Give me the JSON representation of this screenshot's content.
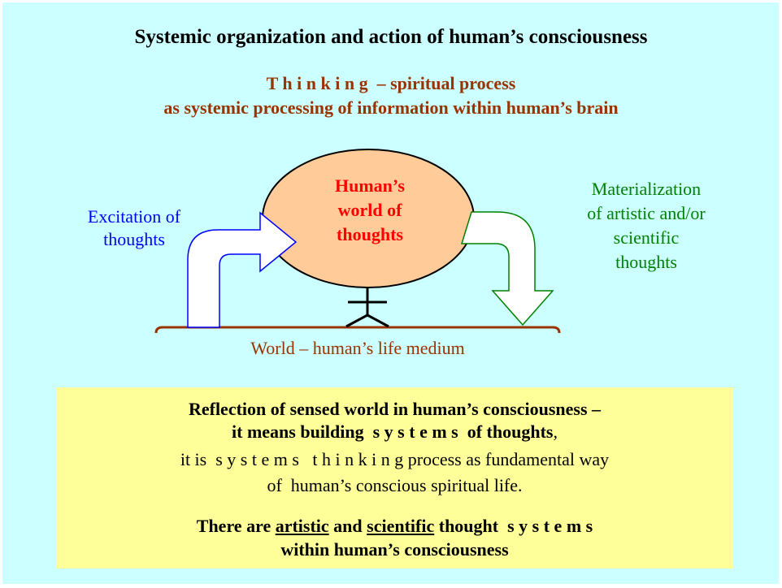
{
  "title": "Systemic organization and action of human’s consciousness",
  "subtitle": {
    "line1": "T h i n k i n g  – spiritual process",
    "line2": "as systemic processing of information within human’s brain"
  },
  "diagram": {
    "ellipse": {
      "line1": "Human’s",
      "line2": "world of",
      "line3": "thoughts"
    },
    "excitation": {
      "line1": "Excitation of",
      "line2": "thoughts"
    },
    "materialization": {
      "line1": "Materialization",
      "line2": "of artistic and/or",
      "line3": "scientific",
      "line4": "thoughts"
    },
    "world_label": "World – human’s life medium",
    "colors": {
      "ellipse_fill": "#ffcc99",
      "excitation": "#0000ff",
      "materialization": "#008000",
      "world": "#993300",
      "ellipse_text": "#ff0000"
    }
  },
  "box": {
    "line1": "Reflection of sensed world in human’s consciousness –",
    "line2_bold": "it means building  s y s t e m s  of thoughts",
    "line2_tail": ",",
    "line3_a": "it is  s y s t e m s   t h i n k i n g ",
    "line3_b": "process as fundamental way",
    "line4": "of  human’s conscious spiritual life.",
    "line5_a": "There are ",
    "line5_artistic": "artistic",
    "line5_and": " and ",
    "line5_scientific": "scientific",
    "line5_b": " thought  s y s t e m s",
    "line6": "within human’s consciousness"
  }
}
